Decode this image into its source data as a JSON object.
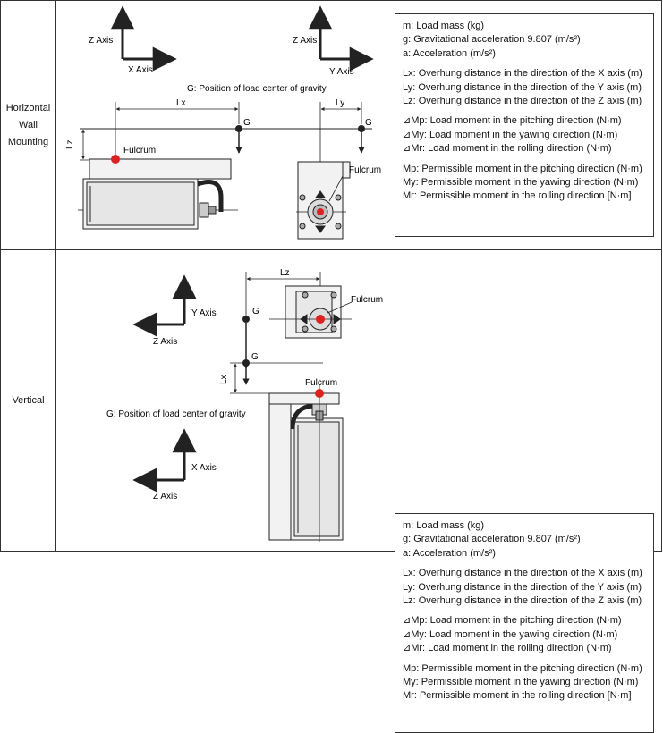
{
  "rows": [
    {
      "label_lines": [
        "Horizontal",
        "Wall",
        "Mounting"
      ],
      "diagram": {
        "axis_left": {
          "up": "Z Axis",
          "right": "X Axis"
        },
        "axis_right": {
          "up": "Z Axis",
          "right": "Y Axis"
        },
        "gravity_note": "G: Position of load center of gravity",
        "dim_lx": "Lx",
        "dim_ly": "Ly",
        "dim_lz": "Lz",
        "g_label": "G",
        "fulcrum_label": "Fulcrum"
      },
      "legend": {
        "lines": [
          "m: Load mass (kg)",
          "g: Gravitational acceleration 9.807 (m/s²)",
          "a: Acceleration (m/s²)",
          "",
          "Lx: Overhung distance in the direction of the X axis (m)",
          "Ly: Overhung distance in the direction of the Y axis (m)",
          "Lz: Overhung distance in the direction of the Z axis (m)",
          "",
          "⊿Mp: Load moment in the pitching direction (N·m)",
          "⊿My: Load moment in the yawing direction (N·m)",
          "⊿Mr: Load moment in the rolling direction (N·m)",
          "",
          "Mp: Permissible moment in the pitching direction (N·m)",
          "My: Permissible moment in the yawing direction (N·m)",
          "Mr: Permissible moment in the rolling direction [N·m]"
        ]
      }
    },
    {
      "label_lines": [
        "Vertical"
      ],
      "diagram": {
        "axis_top": {
          "up": "Y Axis",
          "left": "Z Axis"
        },
        "axis_bottom": {
          "up": "X Axis",
          "left": "Z Axis"
        },
        "gravity_note": "G: Position of load center of gravity",
        "dim_lz": "Lz",
        "dim_lx": "Lx",
        "g_label": "G",
        "fulcrum_label": "Fulcrum"
      },
      "legend": {
        "lines": [
          "m: Load mass (kg)",
          "g: Gravitational acceleration 9.807 (m/s²)",
          "a: Acceleration (m/s²)",
          "",
          "Lx: Overhung distance in the direction of the X axis (m)",
          "Ly: Overhung distance in the direction of the Y axis (m)",
          "Lz: Overhung distance in the direction of the Z axis (m)",
          "",
          "⊿Mp: Load moment in the pitching direction (N·m)",
          "⊿My: Load moment in the yawing direction (N·m)",
          "⊿Mr: Load moment in the rolling direction (N·m)",
          "",
          "Mp: Permissible moment in the pitching direction (N·m)",
          "My: Permissible moment in the yawing direction (N·m)",
          "Mr: Permissible moment in the rolling direction [N·m]"
        ]
      }
    }
  ],
  "colors": {
    "line": "#222222",
    "fulcrum": "#e02020",
    "body": "#f2f2f2"
  }
}
